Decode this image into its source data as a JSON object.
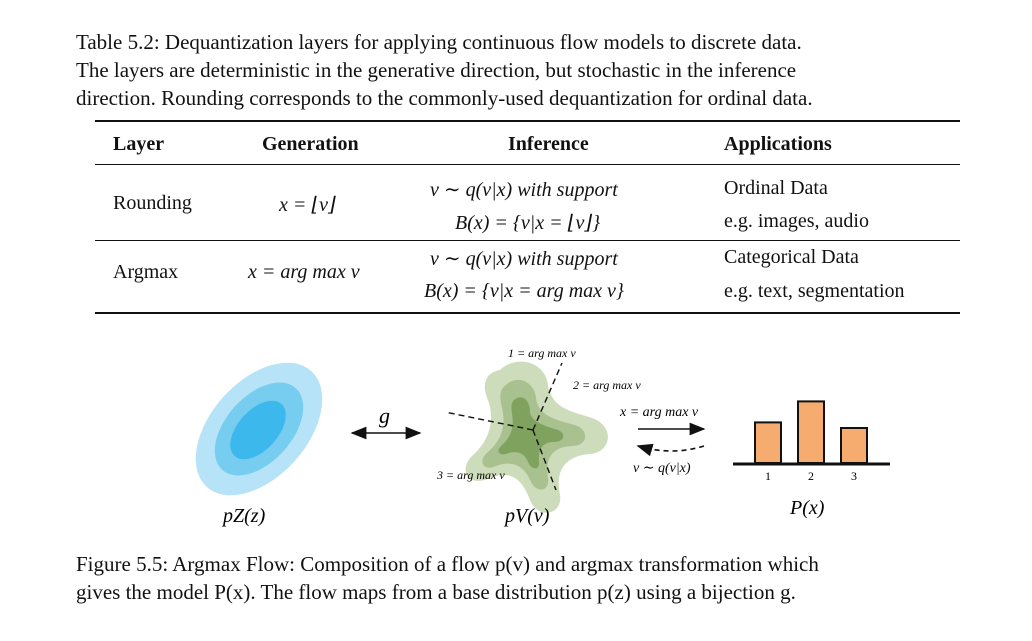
{
  "table": {
    "caption_lines": [
      "Table 5.2: Dequantization layers for applying continuous flow models to discrete data.",
      "The layers are deterministic in the generative direction, but stochastic in the inference",
      "direction. Rounding corresponds to the commonly-used dequantization for ordinal data."
    ],
    "headers": {
      "layer": "Layer",
      "generation": "Generation",
      "inference": "Inference",
      "applications": "Applications"
    },
    "rows": [
      {
        "layer": "Rounding",
        "generation": "x = ⌊v⌋",
        "inference_line1": "v ∼ q(v|x) with support",
        "inference_line2": "B(x) = {v|x = ⌊v⌋}",
        "app_line1": "Ordinal Data",
        "app_line2": "e.g. images, audio"
      },
      {
        "layer": "Argmax",
        "generation": "x = arg max v",
        "inference_line1": "v ∼ q(v|x) with support",
        "inference_line2": "B(x) = {v|x = arg max v}",
        "app_line1": "Categorical Data",
        "app_line2": "e.g. text, segmentation"
      }
    ]
  },
  "figure": {
    "base_label": "pZ(z)",
    "bijection_label": "g",
    "flow_label": "pV(v)",
    "region_labels": [
      "1 = arg max v",
      "2 = arg max v",
      "3 = arg max v"
    ],
    "forward_label": "x = arg max v",
    "backward_label": "v ∼ q(v|x)",
    "output_label": "P(x)",
    "colors": {
      "base_outer": "#b6e3f7",
      "base_mid": "#77cdf0",
      "base_inner": "#3cb8ec",
      "flow_outer": "#cddcbb",
      "flow_mid": "#a9c18e",
      "flow_inner": "#7fa35e",
      "bar_fill": "#f6ac6e"
    },
    "bar_chart": {
      "categories": [
        "1",
        "2",
        "3"
      ],
      "values": [
        0.58,
        0.88,
        0.5
      ]
    },
    "caption_lines": [
      "Figure 5.5: Argmax Flow: Composition of a flow p(v) and argmax transformation which",
      "gives the model P(x). The flow maps from a base distribution p(z) using a bijection g."
    ]
  }
}
